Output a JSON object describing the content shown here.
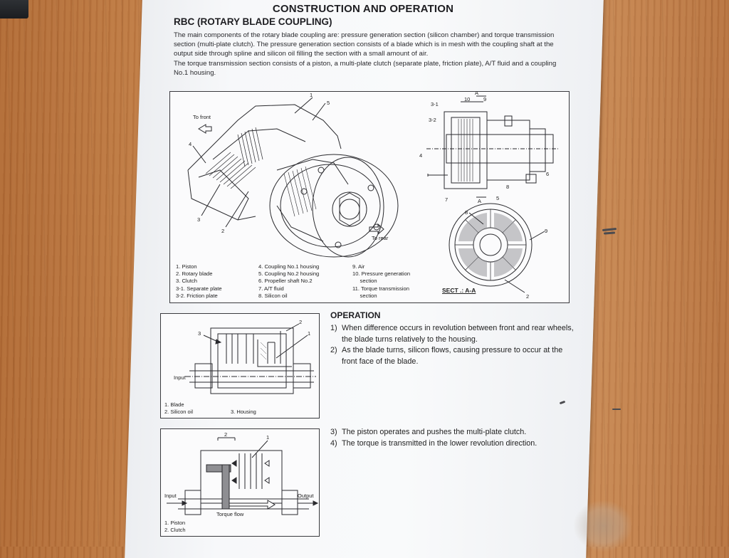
{
  "document": {
    "title": "CONSTRUCTION AND OPERATION",
    "subtitle": "RBC (ROTARY BLADE COUPLING)",
    "intro_paragraphs": [
      "The main components of the rotary blade coupling are: pressure generation section (silicon chamber) and torque transmission section (multi-plate clutch). The pressure generation section consists of a blade which is in mesh with the coupling shaft at the output side through spline and silicon oil filling the section with a small amount of air.",
      "The torque transmission section consists of a piston, a multi-plate clutch (separate plate, friction plate), A/T fluid and a coupling No.1 housing."
    ]
  },
  "main_figure": {
    "direction_front": "To front",
    "direction_rear": "To rear",
    "section_label": "SECT .: A-A",
    "section_marker": "A",
    "callouts": [
      "1",
      "2",
      "3",
      "4",
      "5",
      "6",
      "7",
      "8",
      "9",
      "10",
      "3-1",
      "3-2"
    ],
    "legend_columns": [
      [
        "1. Piston",
        "2. Rotary blade",
        "3. Clutch",
        "3-1.  Separate plate",
        "3-2.  Friction plate"
      ],
      [
        "4. Coupling No.1 housing",
        "5. Coupling No.2 housing",
        "6. Propeller shaft No.2",
        "7. A/T fluid",
        "8. Silicon oil"
      ],
      [
        "9. Air",
        "10. Pressure generation",
        "     section",
        "11. Torque transmission",
        "     section"
      ]
    ]
  },
  "operation": {
    "heading": "OPERATION",
    "steps_group_1": [
      {
        "num": "1)",
        "text": "When difference occurs in revolution between front and rear wheels, the blade turns relatively to the housing."
      },
      {
        "num": "2)",
        "text": "As the blade turns, silicon flows, causing pressure to occur at the front face of the blade."
      }
    ],
    "steps_group_2": [
      {
        "num": "3)",
        "text": "The piston operates and pushes the multi-plate clutch."
      },
      {
        "num": "4)",
        "text": "The torque is transmitted in the lower revolution direction."
      }
    ]
  },
  "figure_blade": {
    "input_label": "Input",
    "callouts": [
      "1",
      "2",
      "3"
    ],
    "legend_line1": "1. Blade",
    "legend_line2a": "2. Silicon oil",
    "legend_line2b": "3. Housing"
  },
  "figure_clutch": {
    "input_label": "Input",
    "output_label": "Output",
    "torque_flow_label": "Torque flow",
    "callouts": [
      "1",
      "2"
    ],
    "legend_line1": "1. Piston",
    "legend_line2": "2. Clutch"
  }
}
